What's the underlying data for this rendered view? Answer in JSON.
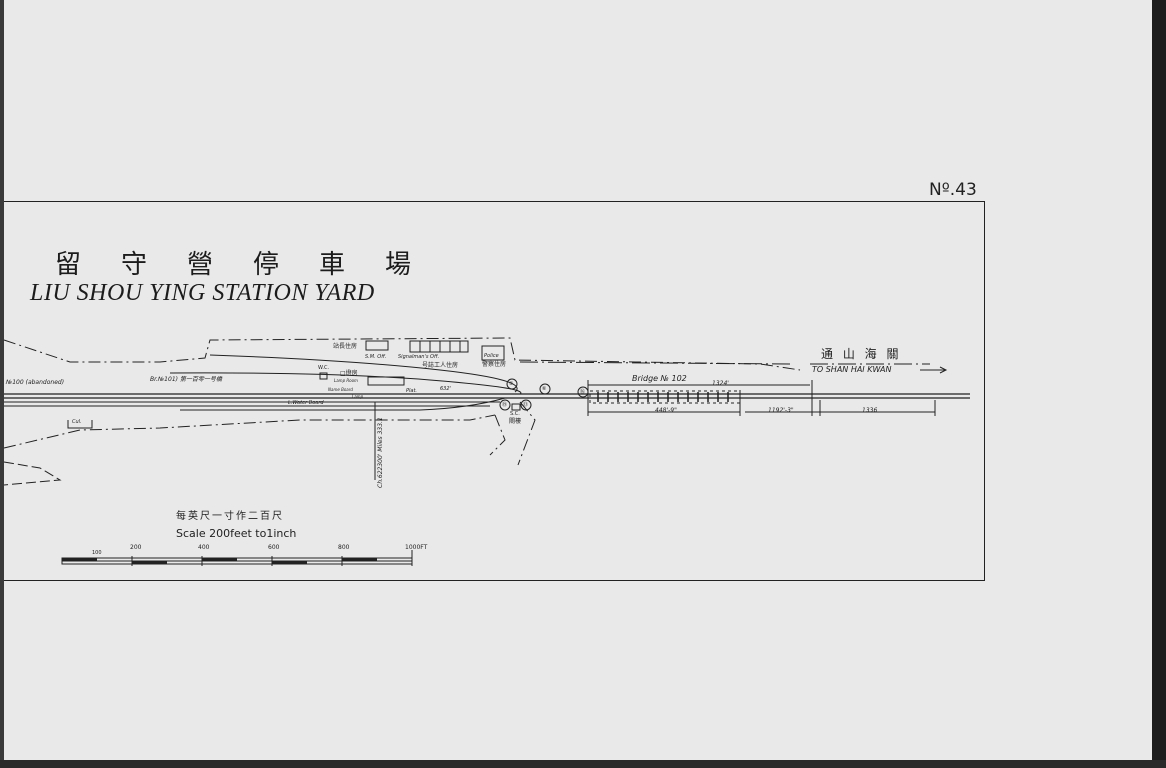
{
  "sheet": {
    "number": "Nº.43"
  },
  "title": {
    "chinese": "留守營停車場",
    "english": "LIU SHOU YING STATION YARD"
  },
  "labels": {
    "to_shanhaikwan_cn": "通 山 海 關",
    "to_shanhaikwan_en": "TO SHAN HAI KWAN",
    "bridge_102": "Bridge № 102",
    "bridge_101": "Br.№101) 第一百零一号橋",
    "bridge_100_abandoned": "№100 (abandoned)",
    "stationmaster_cn": "站長住房",
    "sm_office": "S.M. Off.",
    "signalman_office": "Signalman's Off.",
    "workers_cn": "号誌工人住房",
    "police_en": "Police",
    "police_cn": "警察住房",
    "wc": "W.C.",
    "lamp_room_cn": "□燈房",
    "lamp_room_en": "Lamp Room",
    "name_board": "Name Board",
    "lamp": "Lamp",
    "plat": "Plat.",
    "plat_len": "632'",
    "lwater_board": "L.Water Board",
    "signal_cabin_en": "S.C.",
    "signal_cabin_cn": "閘樓",
    "chainage": "Ch.622300' Miles 333.1",
    "culvert": "Cul.",
    "dim_1324": "1324'",
    "dim_448": "448'-9\"",
    "dim_1192": "1192'-3\"",
    "dim_1336": "1336"
  },
  "signals": [
    "⑤",
    "⑥",
    "⑯",
    "⑲",
    "⑬"
  ],
  "scale": {
    "label_cn": "每英尺一寸作二百尺",
    "label_en": "Scale 200feet to1inch",
    "ticks": [
      "100",
      "200",
      "400",
      "600",
      "800",
      "1000FT"
    ]
  }
}
